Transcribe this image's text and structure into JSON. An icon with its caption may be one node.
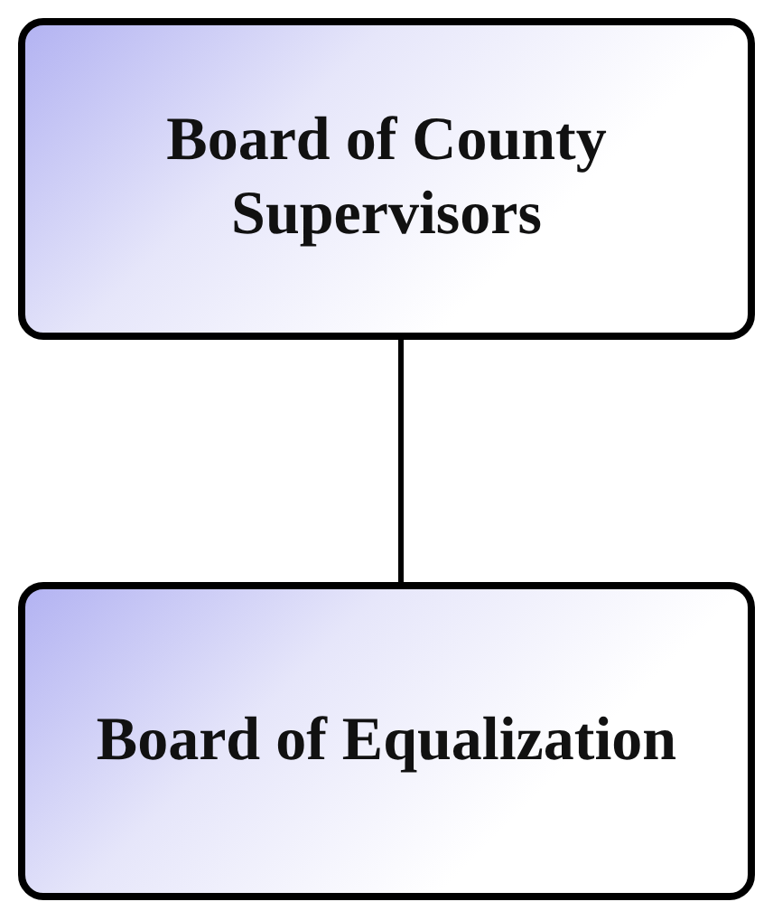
{
  "diagram": {
    "nodes": [
      {
        "text": [
          "Board of County Supervisors"
        ]
      },
      {
        "text": [
          "Board of Equalization"
        ]
      }
    ],
    "edges": [
      {
        "from": 0,
        "to": 1,
        "arrow": "none"
      }
    ]
  }
}
